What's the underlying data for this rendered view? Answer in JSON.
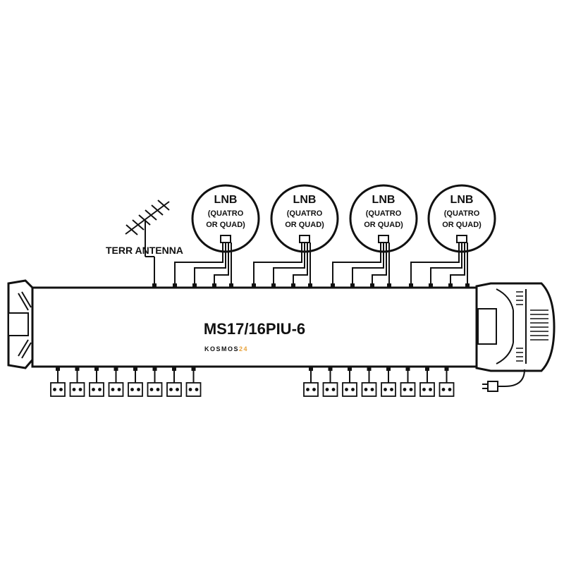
{
  "model_label": "MS17/16PIU-6",
  "brand": {
    "prefix": "KOSMOS",
    "suffix": "24",
    "suffix_color": "#e8a23a"
  },
  "terr_antenna_label": "TERR ANTENNA",
  "lnbs": [
    {
      "title": "LNB",
      "line1": "(QUATRO",
      "line2": "OR QUAD)"
    },
    {
      "title": "LNB",
      "line1": "(QUATRO",
      "line2": "OR QUAD)"
    },
    {
      "title": "LNB",
      "line1": "(QUATRO",
      "line2": "OR QUAD)"
    },
    {
      "title": "LNB",
      "line1": "(QUATRO",
      "line2": "OR QUAD)"
    }
  ],
  "outputs": {
    "left_group_count": 8,
    "right_group_count": 8
  },
  "colors": {
    "line": "#111111",
    "background": "#ffffff"
  }
}
